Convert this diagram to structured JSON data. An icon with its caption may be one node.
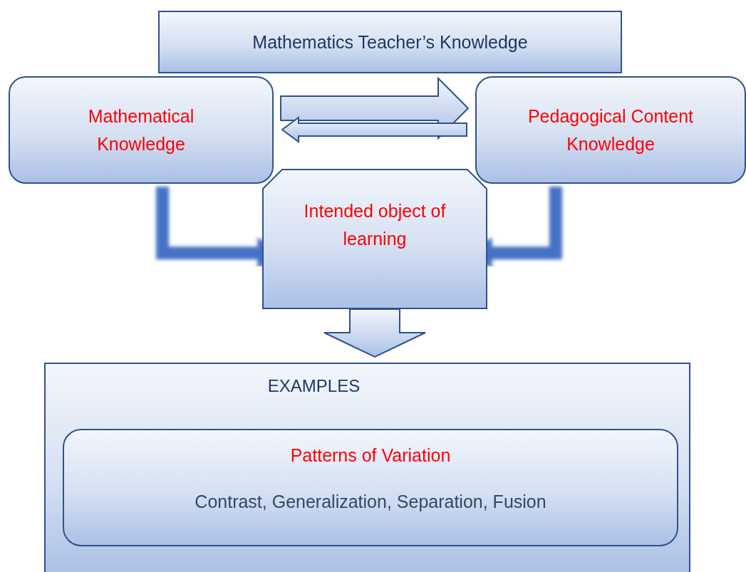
{
  "diagram": {
    "nodes": [
      {
        "text": [
          "Mathematics Teacher’s Knowledge"
        ]
      },
      {
        "text": [
          "Mathematical Knowledge"
        ]
      },
      {
        "text": [
          "Pedagogical Content Knowledge"
        ]
      },
      {
        "text": [
          "Intended object of learning"
        ]
      },
      {
        "text": [
          "EXAMPLES"
        ]
      },
      {
        "text": [
          "Patterns of Variation",
          "Contrast, Generalization, Separation, Fusion"
        ],
        "in": 4
      }
    ],
    "edges": [
      {
        "from": 1,
        "to": 2,
        "arrow": "to"
      },
      {
        "from": 2,
        "to": 1,
        "arrow": "to"
      },
      {
        "from": 1,
        "to": 3,
        "arrow": "to",
        "color": "#4472c4"
      },
      {
        "from": 2,
        "to": 3,
        "arrow": "to",
        "color": "#4472c4"
      },
      {
        "from": 3,
        "to": 4,
        "arrow": "to"
      }
    ]
  }
}
